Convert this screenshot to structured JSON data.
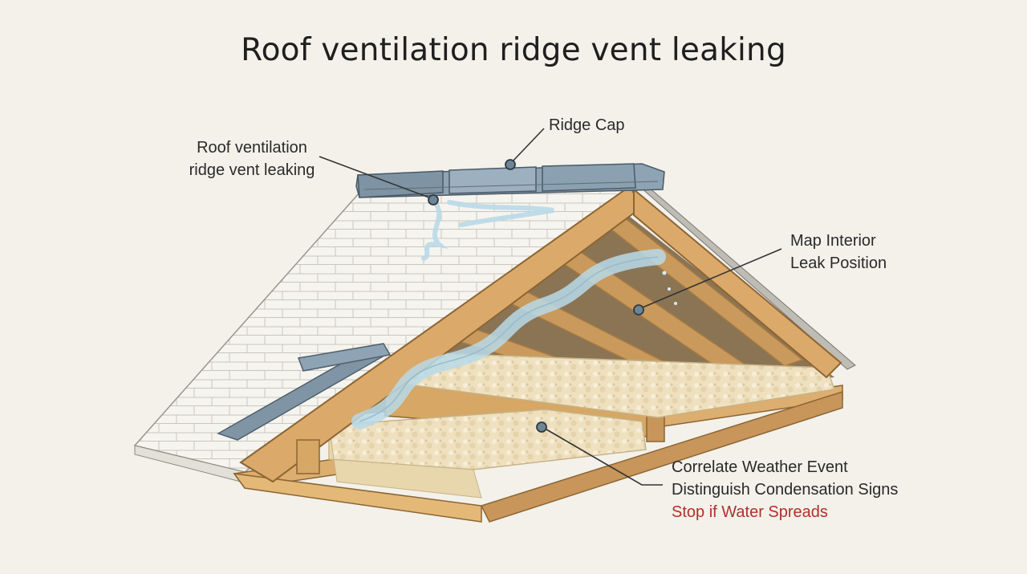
{
  "title": "Roof ventilation ridge vent leaking",
  "callouts": {
    "ridge_cap": "Ridge Cap",
    "ridge_vent_leak": [
      "Roof ventilation",
      "ridge vent leaking"
    ],
    "interior_leak": [
      "Map Interior",
      "Leak Position"
    ],
    "checks": [
      "Correlate Weather Event",
      "Distinguish Condensation Signs",
      "Stop if Water Spreads"
    ]
  },
  "colors": {
    "background": "#f3f1ea",
    "warning_text": "#b0302b",
    "wood": "#d8a766",
    "metal": "#7f95a6",
    "insulation": "#efe1bf",
    "water": "#b9d9e8"
  }
}
